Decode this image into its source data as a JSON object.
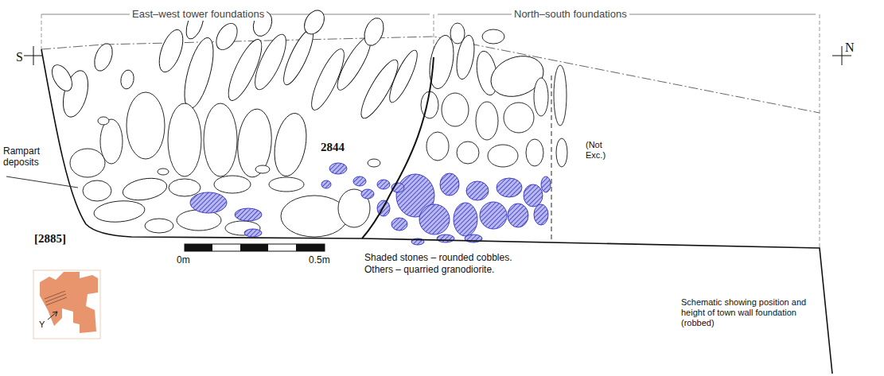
{
  "diagram": {
    "labels": [
      "East–west tower foundations",
      "North–south foundations",
      "S",
      "N",
      "Rampart deposits",
      "2844",
      "(Not Exc.)",
      "[2885]",
      "0m",
      "0.5m",
      "Shaded stones – rounded cobbles.",
      "Others – quarried granodiorite.",
      "Schematic showing position and height of town wall foundation (robbed)",
      "Y"
    ]
  }
}
